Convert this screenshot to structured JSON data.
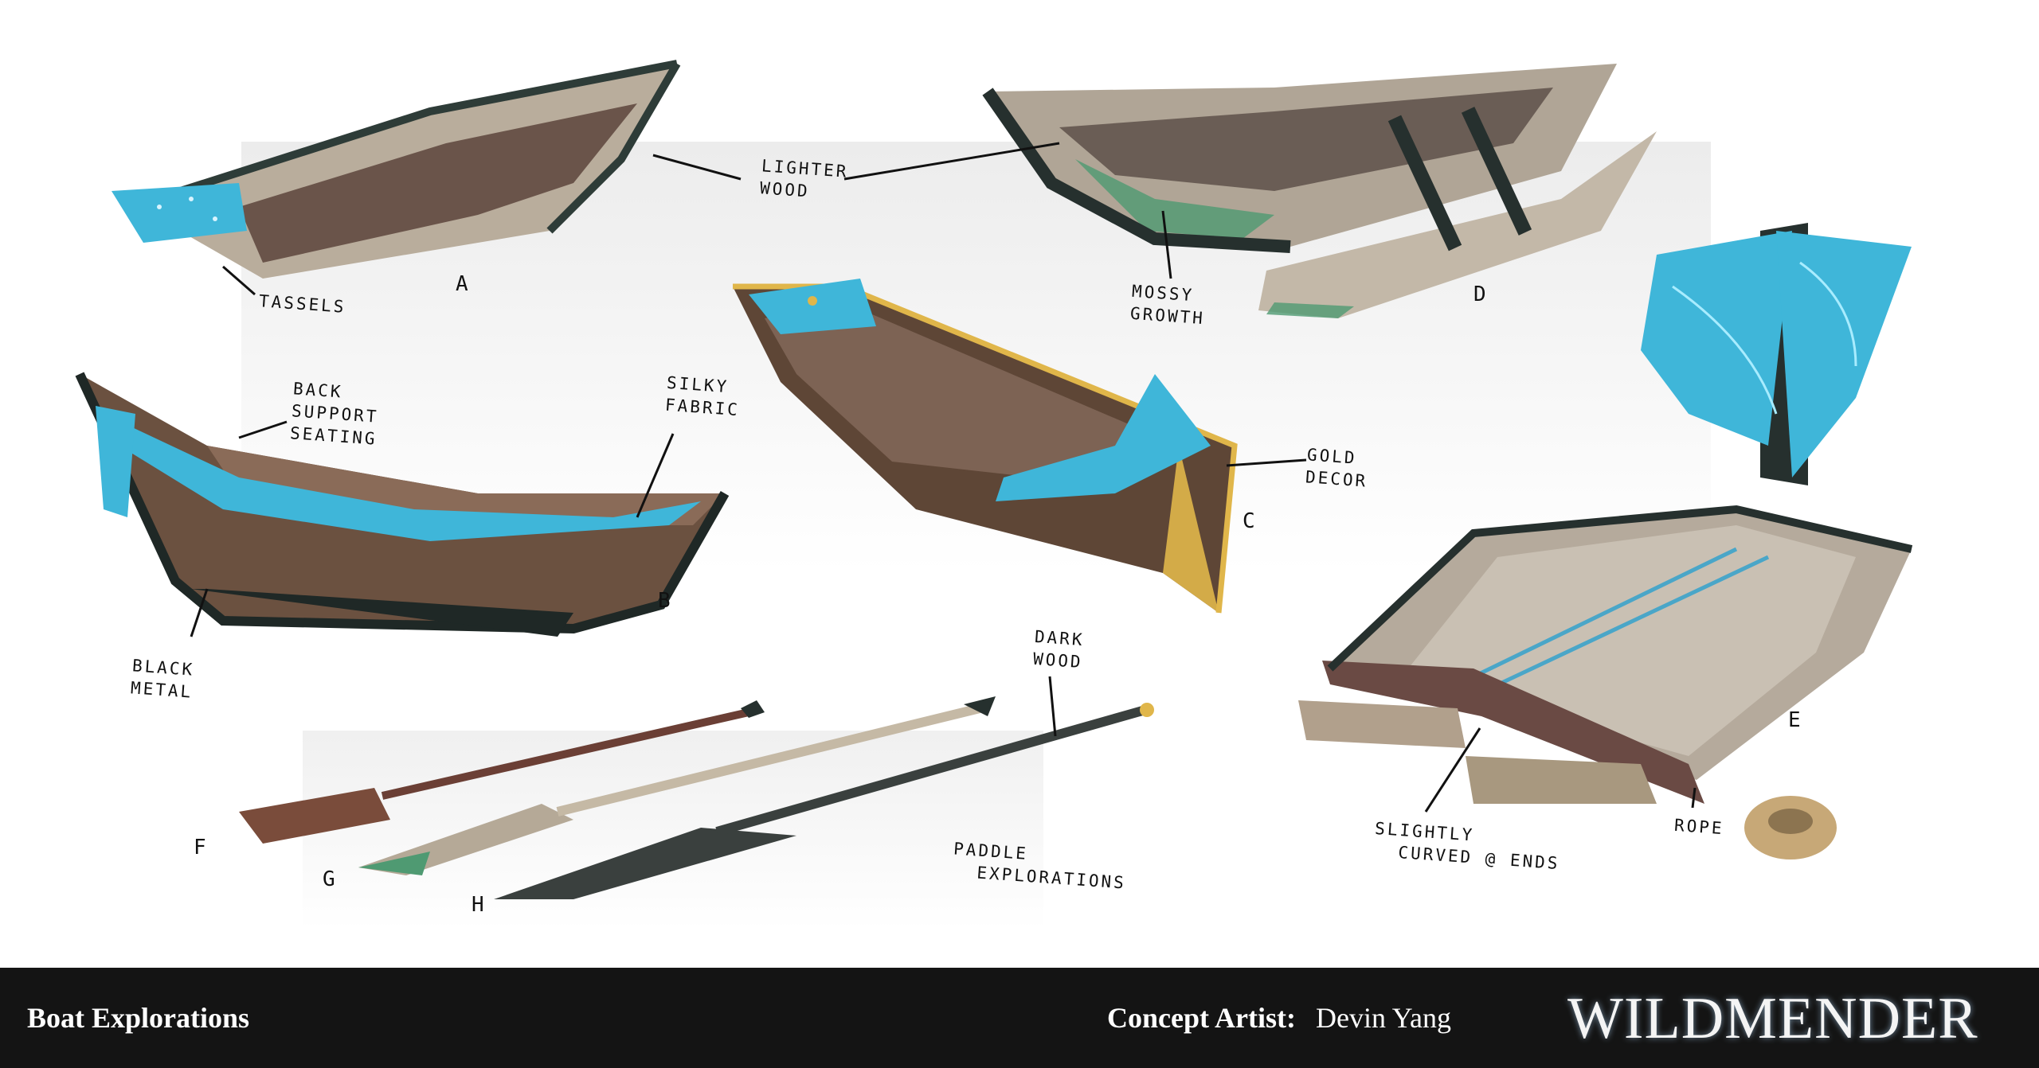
{
  "annotations": {
    "lighter_wood": "LIGHTER\nWOOD",
    "tassels": "TASSELS",
    "mossy_growth": "MOSSY\nGROWTH",
    "back_support_seating": "BACK\nSUPPORT\nSEATING",
    "silky_fabric": "SILKY\nFABRIC",
    "gold_decor": "GOLD\nDECOR",
    "black_metal": "BLACK\nMETAL",
    "dark_wood": "DARK\nWOOD",
    "paddle_explorations": "PADDLE\n  EXPLORATIONS",
    "slightly_curved_ends": "SLIGHTLY\n  CURVED @ ENDS",
    "rope": "ROPE"
  },
  "letters": [
    "A",
    "B",
    "C",
    "D",
    "E",
    "F",
    "G",
    "H"
  ],
  "footer": {
    "title": "Boat Explorations",
    "artist_label": "Concept Artist:",
    "artist_name": "Devin Yang",
    "logo": "WILDMENDER"
  },
  "colors": {
    "background": "#ffffff",
    "footer": "#141414",
    "fabric_teal": "#3fb6d9",
    "gold": "#e0b64a",
    "wood_dark": "#5e4636",
    "wood_light": "#b7ab9b",
    "moss": "#4f9a72",
    "metal": "#2b3a37"
  }
}
